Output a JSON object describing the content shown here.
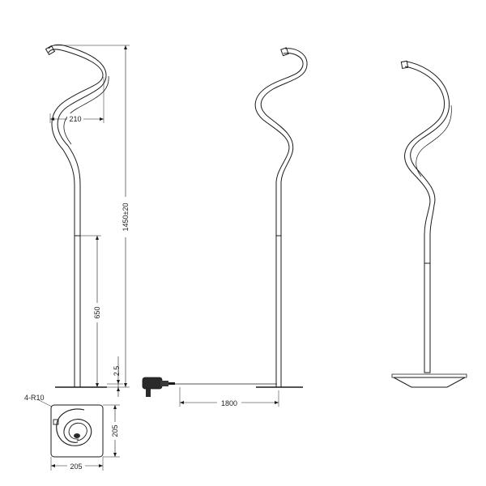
{
  "colors": {
    "line": "#1a1a1a",
    "text": "#222222",
    "background": "#ffffff"
  },
  "dimensions": {
    "height_total": "1450±20",
    "spiral_width": "210",
    "stem_height": "650",
    "base_thickness": "2.5",
    "cable_length": "1800",
    "base_width": "205",
    "base_depth": "205",
    "corner_radius": "4-R10"
  },
  "views": [
    "front-view",
    "side-view",
    "perspective-view",
    "top-view"
  ]
}
